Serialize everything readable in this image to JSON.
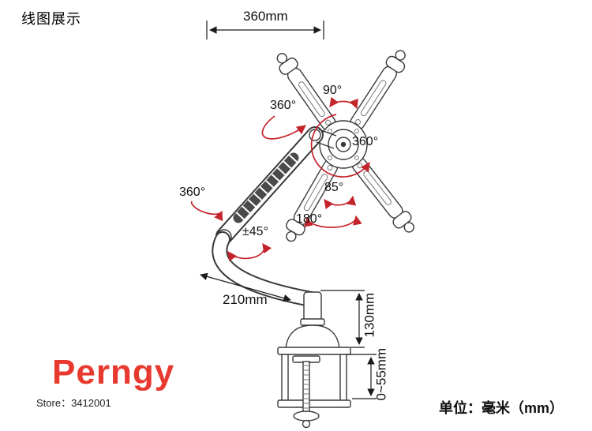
{
  "page": {
    "title": "线图展示",
    "unit_note": "单位：毫米（mm）"
  },
  "brand": {
    "name": "Perngy",
    "store_line": "Store：3412001"
  },
  "dimensions": {
    "bracket_width": "360mm",
    "arm_length": "210mm",
    "pole_height": "130mm",
    "clamp_range": "0~55mm"
  },
  "angles": {
    "tilt_up": "90°",
    "rotate_top": "360°",
    "rotate_hub": "360°",
    "tilt_down": "85°",
    "swivel": "180°",
    "arm_rotate": "360°",
    "arm_tilt": "±45°"
  },
  "colors": {
    "line": "#3a3a3a",
    "dimension": "#1a1a1a",
    "annotation_red": "#c4242b",
    "brand_red": "#e8392f"
  }
}
